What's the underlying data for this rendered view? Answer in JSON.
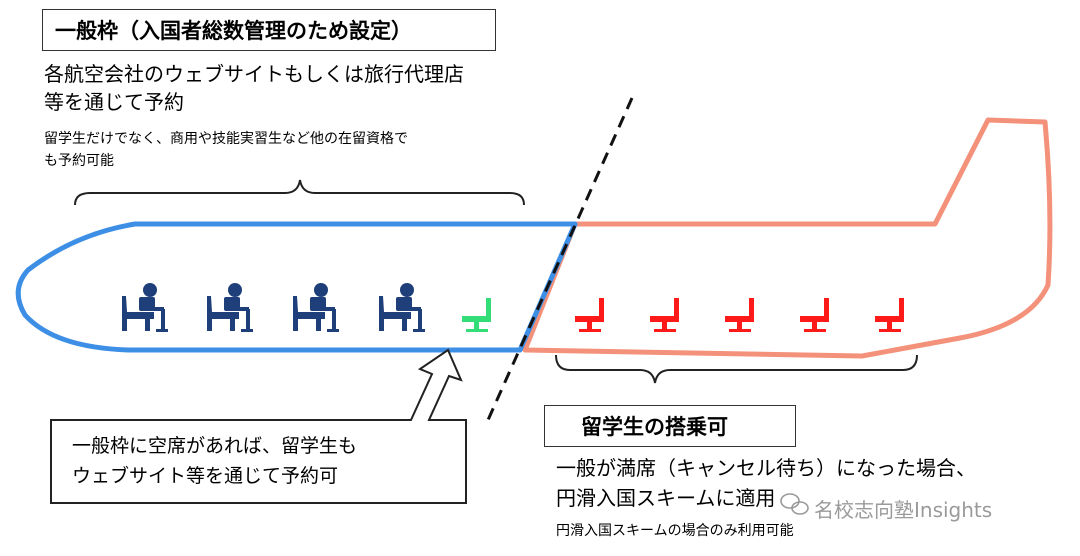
{
  "general": {
    "title": "一般枠（入国者総数管理のため設定）",
    "description_lines": [
      "各航空会社のウェブサイトもしくは旅行代理店",
      "等を通じて予約"
    ],
    "note_lines": [
      "留学生だけでなく、商用や技能実習生など他の在留資格で",
      "も予約可能"
    ]
  },
  "callout": {
    "lines": [
      "一般枠に空席があれば、留学生も",
      "ウェブサイト等を通じて予約可"
    ]
  },
  "student": {
    "title": "留学生の搭乗可",
    "description_lines": [
      "一般が満席（キャンセル待ち）になった場合、",
      "円滑入国スキームに適用"
    ],
    "note": "円滑入国スキームの場合のみ利用可能"
  },
  "watermark": "名校志向塾Insights",
  "colors": {
    "general_outline": "#3d8fe6",
    "student_outline": "#f4917a",
    "occupied_passenger": "#1f3f7a",
    "empty_seat_general": "#33dd77",
    "empty_seat_student": "#ff1a1a"
  },
  "icons": {
    "occupied": "seated-passenger-icon",
    "general_empty": "empty-seat-icon",
    "student_empty": "empty-seat-icon"
  }
}
